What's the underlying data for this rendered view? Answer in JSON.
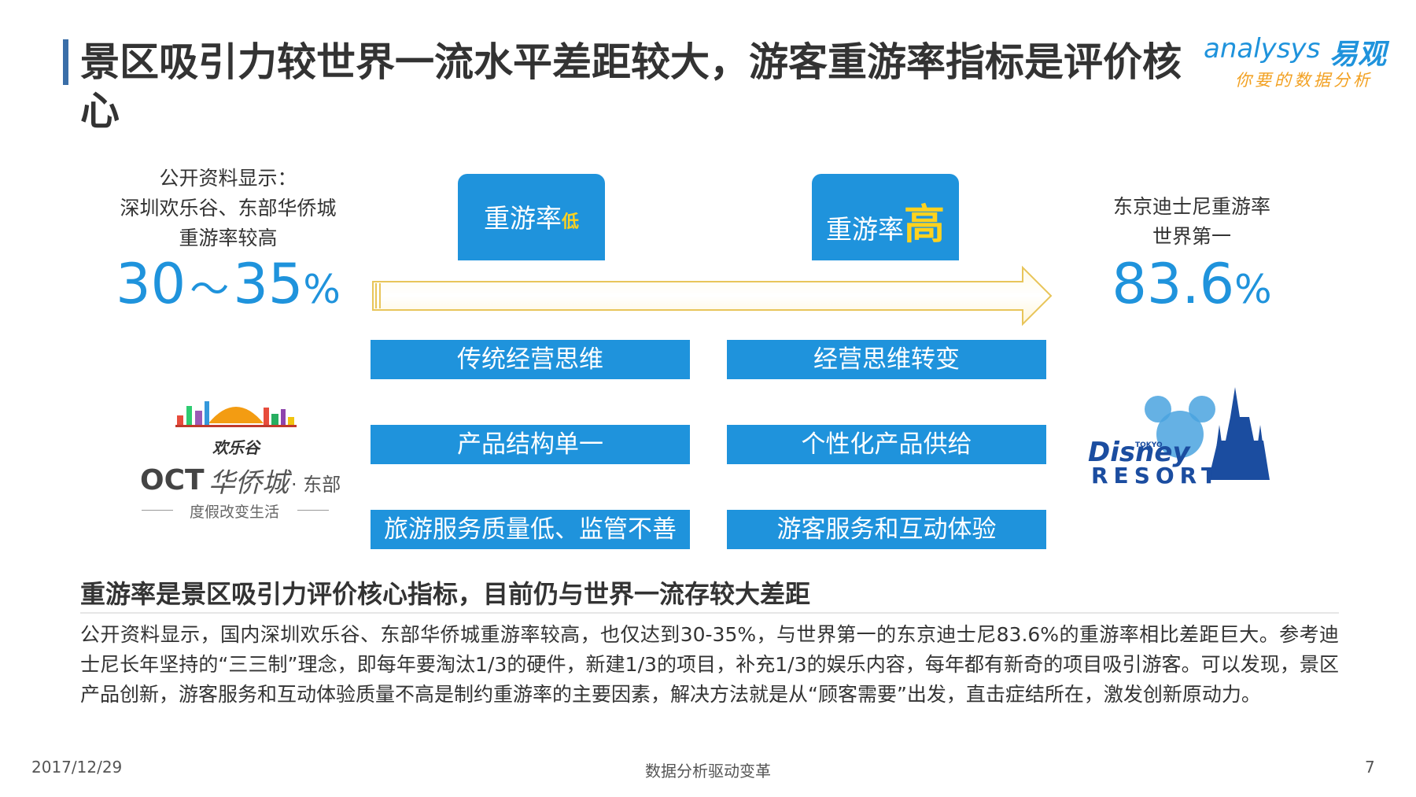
{
  "title": "景区吸引力较世界一流水平差距较大，游客重游率指标是评价核心",
  "logo": {
    "brand_en": "analysys",
    "brand_cn": "易观",
    "tagline": "你要的数据分析",
    "primary_color": "#1f93dc",
    "accent_color": "#f2a020"
  },
  "left_stat": {
    "caption_lines": [
      "公开资料显示：",
      "深圳欢乐谷、东部华侨城",
      "重游率较高"
    ],
    "value_low": "30",
    "value_sep": "～",
    "value_high": "35",
    "value_unit": "%"
  },
  "right_stat": {
    "caption_lines": [
      "东京迪士尼重游率",
      "世界第一"
    ],
    "value": "83.6",
    "value_unit": "%"
  },
  "headers": {
    "low": {
      "label": "重游率",
      "tag": "低"
    },
    "high": {
      "label": "重游率",
      "tag": "高"
    }
  },
  "left_items": [
    "传统经营思维",
    "产品结构单一",
    "旅游服务质量低、监管不善"
  ],
  "right_items": [
    "经营思维转变",
    "个性化产品供给",
    "游客服务和互动体验"
  ],
  "left_logos": {
    "happy_valley": {
      "name": "欢乐谷"
    },
    "oct": {
      "mark": "OCT",
      "cn_name": "华侨城",
      "suffix": "· 东部",
      "slogan": "度假改变生活"
    }
  },
  "right_logo": {
    "word": "Disney",
    "tokyo": "TOKYO",
    "resort": "RESORT"
  },
  "summary": {
    "title": "重游率是景区吸引力评价核心指标，目前仍与世界一流存较大差距",
    "body": "公开资料显示，国内深圳欢乐谷、东部华侨城重游率较高，也仅达到30-35%，与世界第一的东京迪士尼83.6%的重游率相比差距巨大。参考迪士尼长年坚持的“三三制”理念，即每年要淘汰1/3的硬件，新建1/3的项目，补充1/3的娱乐内容，每年都有新奇的项目吸引游客。可以发现，景区产品创新，游客服务和互动体验质量不高是制约重游率的主要因素，解决方法就是从“顾客需要”出发，直击症结所在，激发创新原动力。"
  },
  "footer": {
    "date": "2017/12/29",
    "center": "数据分析驱动变革",
    "page": "7"
  }
}
